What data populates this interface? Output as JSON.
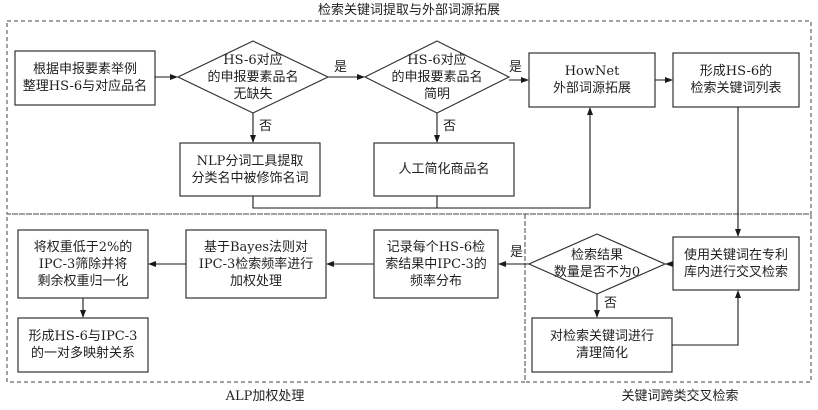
{
  "regions": {
    "extraction": {
      "title": "检索关键词提取与外部词源拓展"
    },
    "weighting": {
      "title": "ALP加权处理"
    },
    "cross_search": {
      "title": "关键词跨类交叉检索"
    }
  },
  "nodes": {
    "organize": {
      "type": "process",
      "lines": [
        "根据申报要素举例",
        "整理HS-6与对应品名"
      ]
    },
    "check_missing": {
      "type": "decision",
      "lines": [
        "HS-6对应",
        "的申报要素品名",
        "无缺失"
      ]
    },
    "check_concise": {
      "type": "decision",
      "lines": [
        "HS-6对应",
        "的申报要素品名",
        "简明"
      ]
    },
    "hownet": {
      "type": "process",
      "lines": [
        "HowNet",
        "外部词源拓展"
      ]
    },
    "keyword_list": {
      "type": "process",
      "lines": [
        "形成HS-6的",
        "检索关键词列表"
      ]
    },
    "nlp_extract": {
      "type": "process",
      "lines": [
        "NLP分词工具提取",
        "分类名中被修饰名词"
      ]
    },
    "manual_simplify": {
      "type": "process",
      "lines": [
        "人工简化商品名"
      ]
    },
    "cross_search": {
      "type": "process",
      "lines": [
        "使用关键词在专利",
        "库内进行交叉检索"
      ]
    },
    "check_results": {
      "type": "decision",
      "lines": [
        "检索结果",
        "数量是否不为0"
      ]
    },
    "clean_keywords": {
      "type": "process",
      "lines": [
        "对检索关键词进行",
        "清理简化"
      ]
    },
    "record_freq": {
      "type": "process",
      "lines": [
        "记录每个HS-6检",
        "索结果中IPC-3的",
        "频率分布"
      ]
    },
    "bayes_weight": {
      "type": "process",
      "lines": [
        "基于Bayes法则对",
        "IPC-3检索频率进行",
        "加权处理"
      ]
    },
    "filter_normalize": {
      "type": "process",
      "lines": [
        "将权重低于2%的",
        "IPC-3筛除并将",
        "剩余权重归一化"
      ]
    },
    "mapping": {
      "type": "process",
      "lines": [
        "形成HS-6与IPC-3",
        "的一对多映射关系"
      ]
    }
  },
  "edge_labels": {
    "missing_yes": "是",
    "missing_no": "否",
    "concise_yes": "是",
    "concise_no": "否",
    "results_yes": "是",
    "results_no": "否"
  },
  "edges": [
    {
      "from": "organize",
      "to": "check_missing"
    },
    {
      "from": "check_missing",
      "to": "check_concise",
      "label": "是"
    },
    {
      "from": "check_missing",
      "to": "nlp_extract",
      "label": "否"
    },
    {
      "from": "check_concise",
      "to": "hownet",
      "label": "是"
    },
    {
      "from": "check_concise",
      "to": "manual_simplify",
      "label": "否"
    },
    {
      "from": "nlp_extract",
      "to": "hownet"
    },
    {
      "from": "manual_simplify",
      "to": "hownet"
    },
    {
      "from": "hownet",
      "to": "keyword_list"
    },
    {
      "from": "keyword_list",
      "to": "cross_search"
    },
    {
      "from": "cross_search",
      "to": "check_results"
    },
    {
      "from": "check_results",
      "to": "record_freq",
      "label": "是"
    },
    {
      "from": "check_results",
      "to": "clean_keywords",
      "label": "否"
    },
    {
      "from": "clean_keywords",
      "to": "cross_search"
    },
    {
      "from": "record_freq",
      "to": "bayes_weight"
    },
    {
      "from": "bayes_weight",
      "to": "filter_normalize"
    },
    {
      "from": "filter_normalize",
      "to": "mapping"
    }
  ]
}
